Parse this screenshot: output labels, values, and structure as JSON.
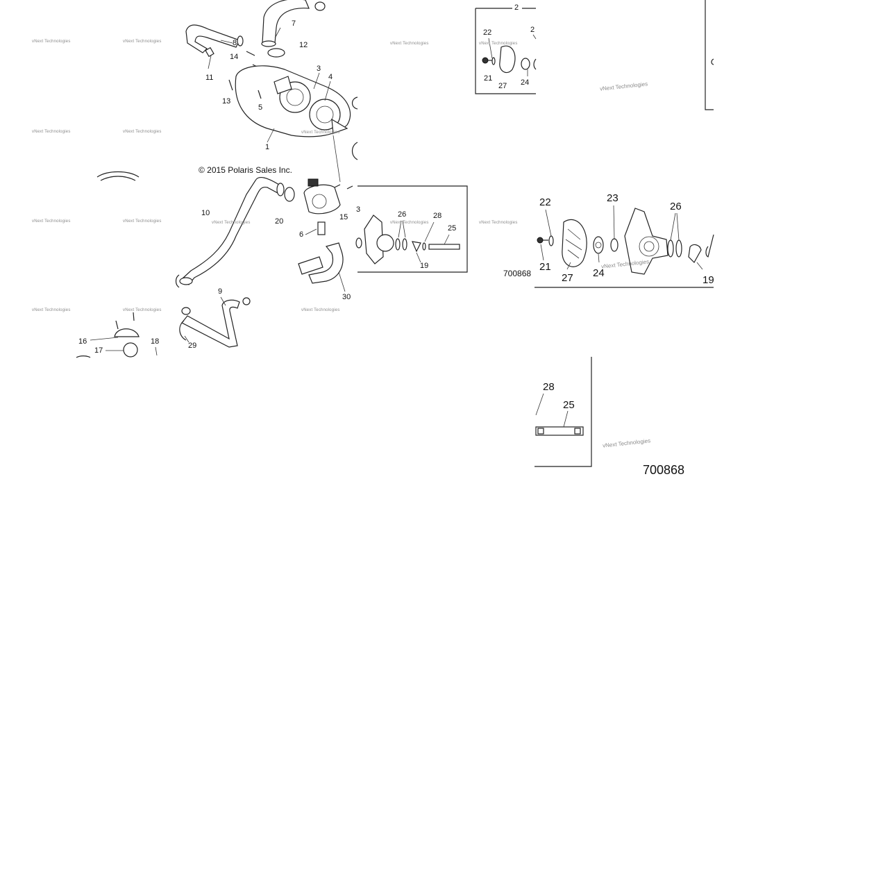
{
  "copyright": "© 2015 Polaris Sales Inc.",
  "diagram_number_small": "700868",
  "diagram_number_large": "700868",
  "watermark_text": "vNext Technologies",
  "main_callouts": {
    "c1": "1",
    "c3": "3",
    "c4": "4",
    "c5": "5",
    "c6": "6",
    "c7": "7",
    "c8": "8",
    "c9": "9",
    "c10": "10",
    "c11": "11",
    "c12": "12",
    "c13": "13",
    "c14": "14",
    "c15": "15",
    "c16": "16",
    "c17": "17",
    "c18": "18",
    "c19": "19",
    "c20": "20",
    "c25": "25",
    "c26": "26",
    "c28": "28",
    "c29": "29",
    "c30": "30",
    "c23partial": "3"
  },
  "top_inset_callouts": {
    "c2": "2",
    "c22": "22",
    "c2x": "2",
    "c21": "21",
    "c27": "27",
    "c24": "24"
  },
  "zoom_inset_callouts": {
    "c22": "22",
    "c23": "23",
    "c26": "26",
    "c21": "21",
    "c27": "27",
    "c24": "24",
    "c19": "19"
  },
  "shaft_inset_callouts": {
    "c28": "28",
    "c25": "25"
  }
}
